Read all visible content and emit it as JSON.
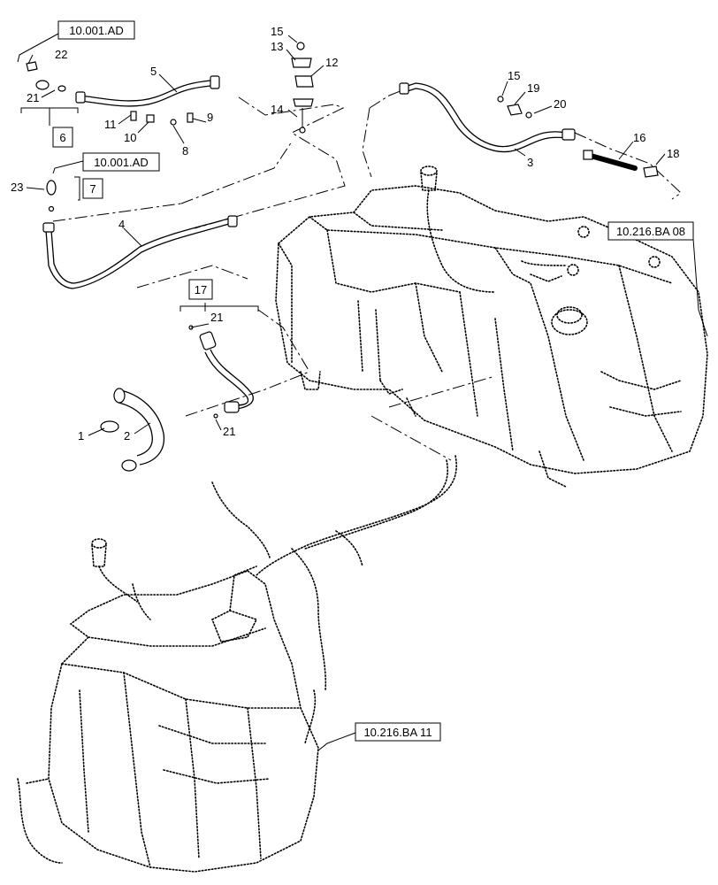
{
  "callouts": [
    {
      "id": "c1",
      "text": "1"
    },
    {
      "id": "c2",
      "text": "2"
    },
    {
      "id": "c3",
      "text": "3"
    },
    {
      "id": "c4",
      "text": "4"
    },
    {
      "id": "c5",
      "text": "5"
    },
    {
      "id": "c8",
      "text": "8"
    },
    {
      "id": "c9",
      "text": "9"
    },
    {
      "id": "c10",
      "text": "10"
    },
    {
      "id": "c11",
      "text": "11"
    },
    {
      "id": "c12",
      "text": "12"
    },
    {
      "id": "c13",
      "text": "13"
    },
    {
      "id": "c14",
      "text": "14"
    },
    {
      "id": "c15a",
      "text": "15"
    },
    {
      "id": "c15b",
      "text": "15"
    },
    {
      "id": "c16",
      "text": "16"
    },
    {
      "id": "c18",
      "text": "18"
    },
    {
      "id": "c19",
      "text": "19"
    },
    {
      "id": "c20",
      "text": "20"
    },
    {
      "id": "c21a",
      "text": "21"
    },
    {
      "id": "c21b",
      "text": "21"
    },
    {
      "id": "c21c",
      "text": "21"
    },
    {
      "id": "c22",
      "text": "22"
    },
    {
      "id": "c23",
      "text": "23"
    }
  ],
  "boxed_callouts": [
    {
      "id": "b6",
      "text": "6"
    },
    {
      "id": "b7",
      "text": "7"
    },
    {
      "id": "b17",
      "text": "17"
    }
  ],
  "references": [
    {
      "id": "r1",
      "text": "10.001.AD"
    },
    {
      "id": "r2",
      "text": "10.001.AD"
    },
    {
      "id": "r3",
      "text": "10.216.BA 08"
    },
    {
      "id": "r4",
      "text": "10.216.BA 11"
    }
  ]
}
